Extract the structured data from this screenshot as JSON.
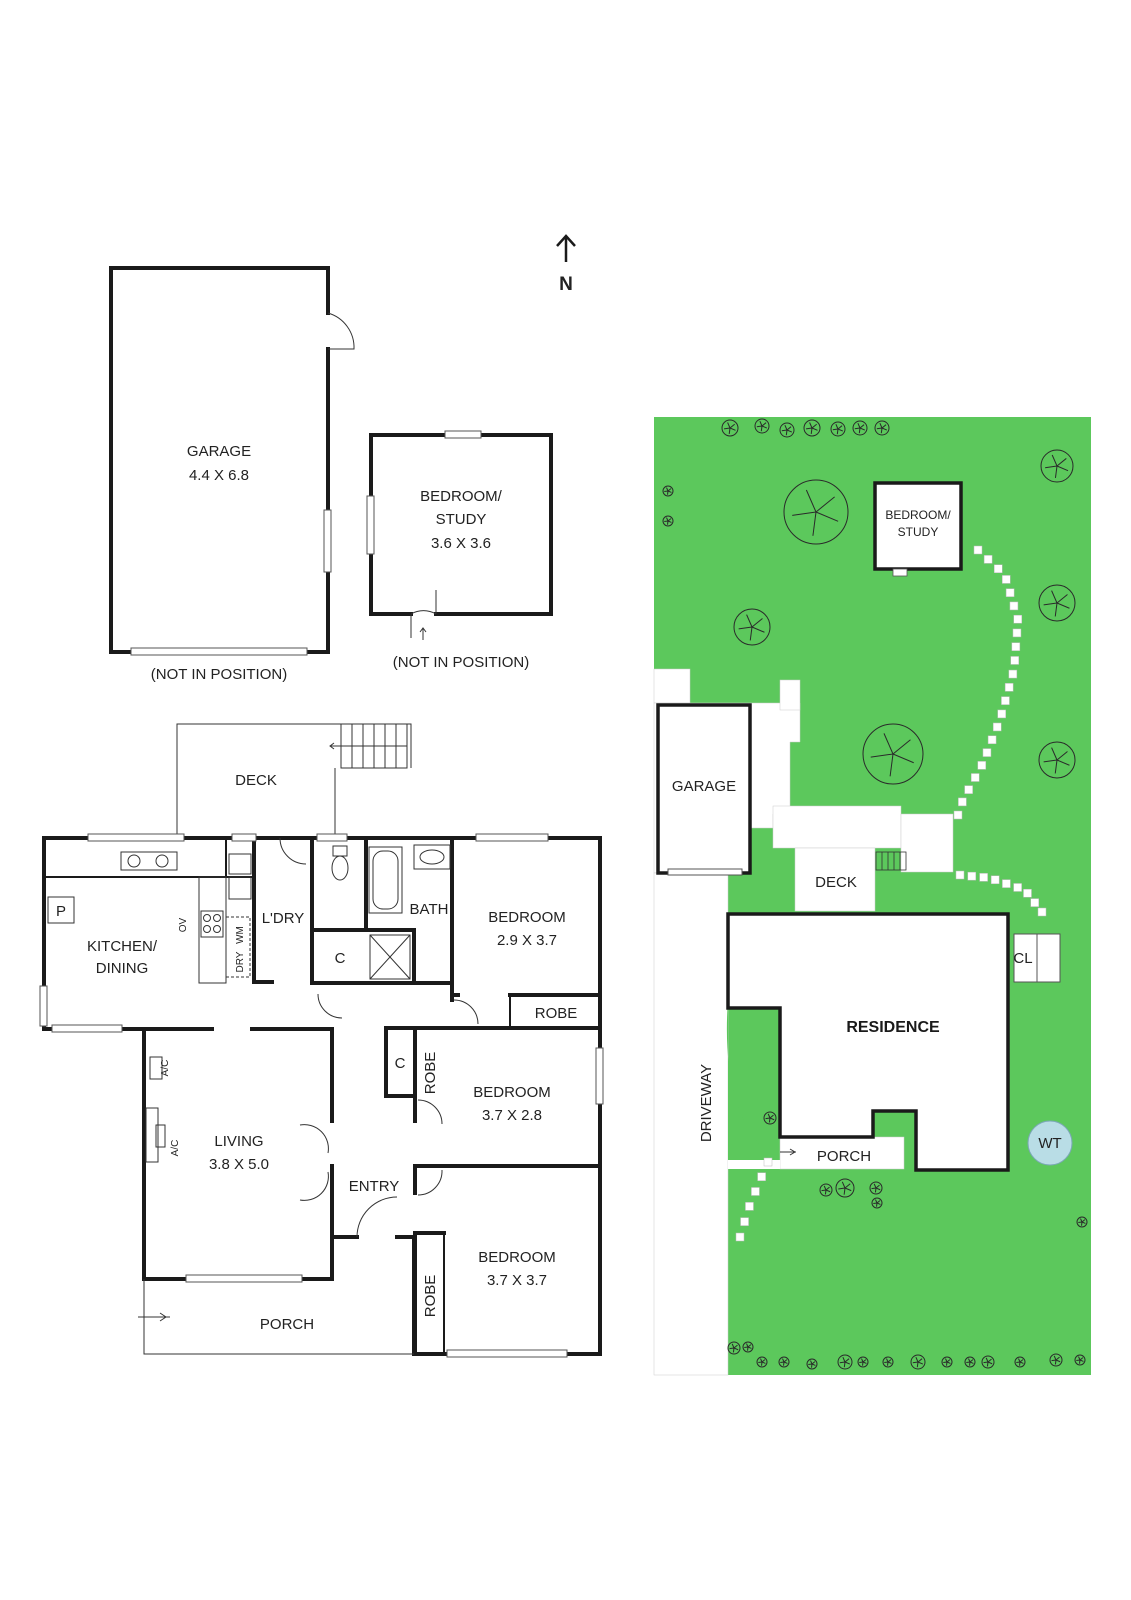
{
  "compass": {
    "label": "N"
  },
  "floorplan": {
    "garage": {
      "name": "GARAGE",
      "size": "4.4 X 6.8",
      "note": "(NOT IN POSITION)"
    },
    "studio": {
      "name_line1": "BEDROOM/",
      "name_line2": "STUDY",
      "size": "3.6 X 3.6",
      "note": "(NOT IN POSITION)"
    },
    "deck": "DECK",
    "kitchen": {
      "line1": "KITCHEN/",
      "line2": "DINING"
    },
    "pantry": "P",
    "oven": "OV",
    "dryer": "DRY",
    "washer": "WM",
    "laundry": "L'DRY",
    "bath": "BATH",
    "cupboard1": "C",
    "cupboard2": "C",
    "bedroom1": {
      "name": "BEDROOM",
      "size": "2.9 X 3.7"
    },
    "robe1": "ROBE",
    "robe2": "ROBE",
    "bedroom2": {
      "name": "BEDROOM",
      "size": "3.7 X 2.8"
    },
    "ac1": "A/C",
    "ac2": "A/C",
    "living": {
      "name": "LIVING",
      "size": "3.8 X 5.0"
    },
    "entry": "ENTRY",
    "bedroom3": {
      "name": "BEDROOM",
      "size": "3.7 X 3.7"
    },
    "robe3": "ROBE",
    "porch": "PORCH"
  },
  "siteplan": {
    "studio": {
      "line1": "BEDROOM/",
      "line2": "STUDY"
    },
    "garage": "GARAGE",
    "deck": "DECK",
    "clothesline": "CL",
    "residence": "RESIDENCE",
    "driveway": "DRIVEWAY",
    "porch": "PORCH",
    "water_tank": "WT"
  },
  "colors": {
    "lawn": "#5cc85c",
    "water_tank": "#b9dde6",
    "walls": "#1a1a1a"
  }
}
